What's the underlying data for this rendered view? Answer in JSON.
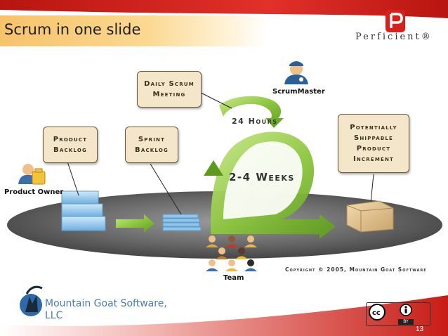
{
  "slide": {
    "title": "Scrum in one slide",
    "brand": "Perficient®",
    "company": "Mountain Goat Software, LLC",
    "copyright": "Copyright © 2005, Mountain Goat Software",
    "page_number": "13",
    "license": "BY"
  },
  "diagram": {
    "callouts": {
      "product_backlog": "Product Backlog",
      "sprint_backlog": "Sprint Backlog",
      "daily_scrum": "Daily Scrum Meeting",
      "increment": "Potentially Shippable Product Increment"
    },
    "cycles": {
      "daily": "24 Hours",
      "sprint": "2-4 Weeks"
    },
    "roles": {
      "product_owner": "Product Owner",
      "scrum_master": "ScrumMaster",
      "team": "Team"
    }
  },
  "colors": {
    "accent_red": "#d9211b",
    "title_band": "#f7c36a",
    "arrow_green": "#8cc63f",
    "callout_fill": "#f4e6c8",
    "backlog_blue": "#8fc6ea",
    "company_blue": "#4a7ab8"
  },
  "icons": [
    "perficient-logo-icon",
    "product-owner-icon",
    "scrum-master-icon",
    "team-member-icon",
    "goat-logo-icon",
    "creative-commons-icon"
  ]
}
